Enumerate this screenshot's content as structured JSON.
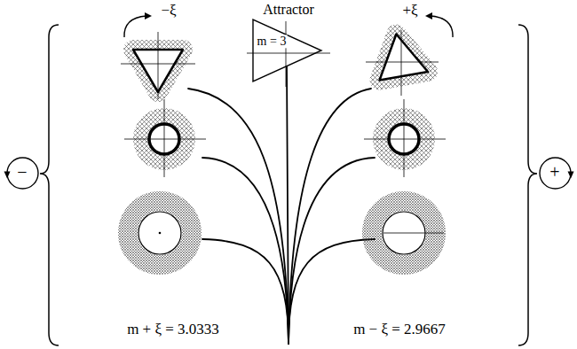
{
  "diagram": {
    "nodes": [
      {
        "text": [
          "Attractor",
          "m = 3"
        ]
      },
      {
        "text": [
          "−"
        ]
      },
      {
        "text": [
          "+"
        ]
      }
    ],
    "labels": [
      "−ξ",
      "+ξ",
      "m + ξ = 3.0333",
      "m − ξ = 2.9667"
    ]
  }
}
